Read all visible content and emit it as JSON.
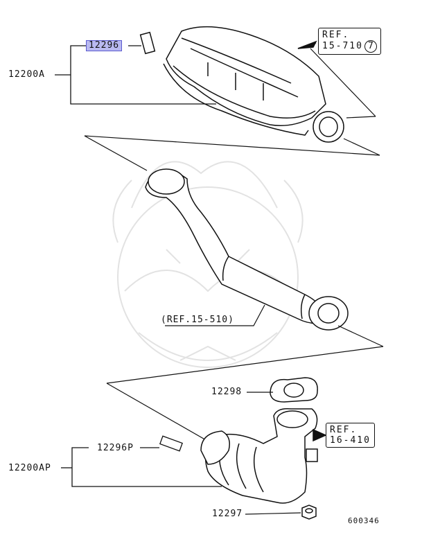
{
  "labels": {
    "part_12296": "12296",
    "part_12200A": "12200A",
    "part_12298": "12298",
    "part_12296P": "12296P",
    "part_12200AP": "12200AP",
    "part_12297": "12297",
    "ref_pipe": "(REF.15-510)",
    "diagram_number": "600346"
  },
  "ref_top": {
    "line1": "REF.",
    "line2": "15-710",
    "circled": "7"
  },
  "ref_bottom": {
    "line1": "REF.",
    "line2": "16-410"
  },
  "colors": {
    "highlight": "#b9b9f0",
    "line": "#111111",
    "watermark": "#dcdcdc"
  }
}
